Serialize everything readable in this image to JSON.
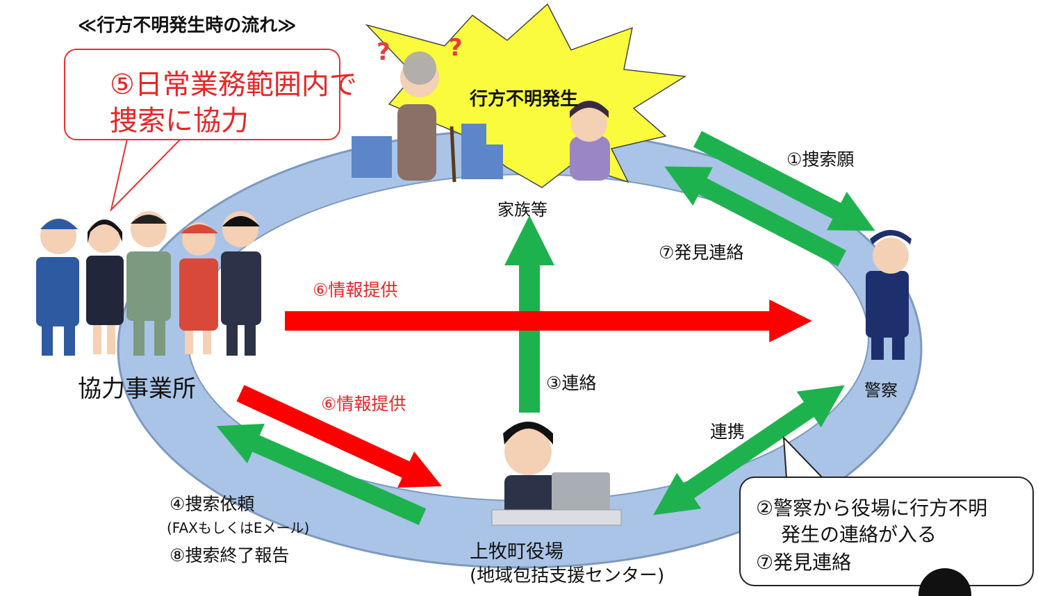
{
  "title": "≪行方不明発生時の流れ≫",
  "burst_label": "行方不明発生",
  "nodes": {
    "family": "家族等",
    "police": "警察",
    "businesses": "協力事業所",
    "town_office": "上牧町役場",
    "town_office_sub": "(地域包括支援センター)"
  },
  "arrows": {
    "search_request": "①捜索願",
    "found_contact_top": "⑦発見連絡",
    "contact": "③連絡",
    "cooperation": "連携",
    "info_top": "⑥情報提供",
    "info_bottom": "⑥情報提供",
    "search_ask": "④捜索依頼",
    "search_ask_note": "(FAXもしくはEメール)",
    "search_end": "⑧捜索終了報告"
  },
  "bubble_red": {
    "line1": "⑤日常業務範囲内で",
    "line2": "捜索に協力"
  },
  "bubble_black": {
    "line1": "②警察から役場に行方不明",
    "line2": "発生の連絡が入る",
    "line3": "⑦発見連絡"
  },
  "colors": {
    "ellipse": "#a9c4e6",
    "green": "#1eb24e",
    "red": "#ff0000",
    "burst": "#fbfb3e"
  }
}
